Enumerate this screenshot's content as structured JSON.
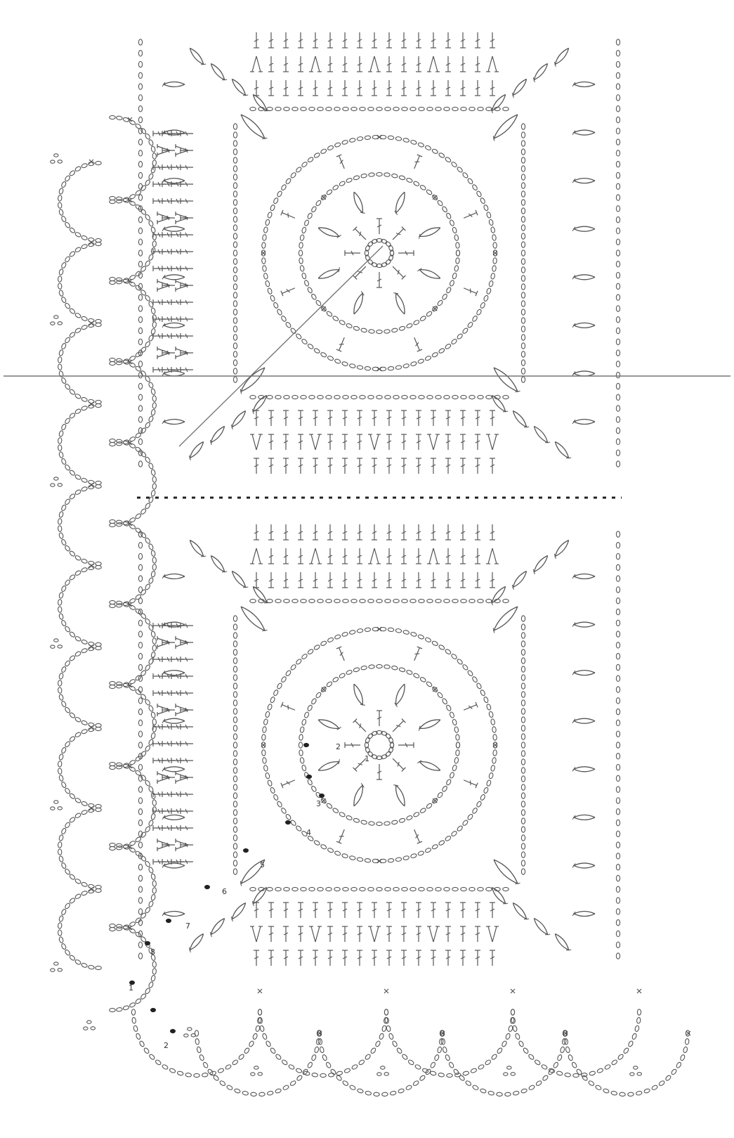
{
  "diagram": {
    "kind": "crochet-chart",
    "motif_count": 2,
    "ink_color": "#555555",
    "accent_color": "#222222",
    "round_labels": [
      "1",
      "2",
      "3",
      "4",
      "5",
      "6",
      "7",
      "8",
      "1",
      "2"
    ]
  }
}
